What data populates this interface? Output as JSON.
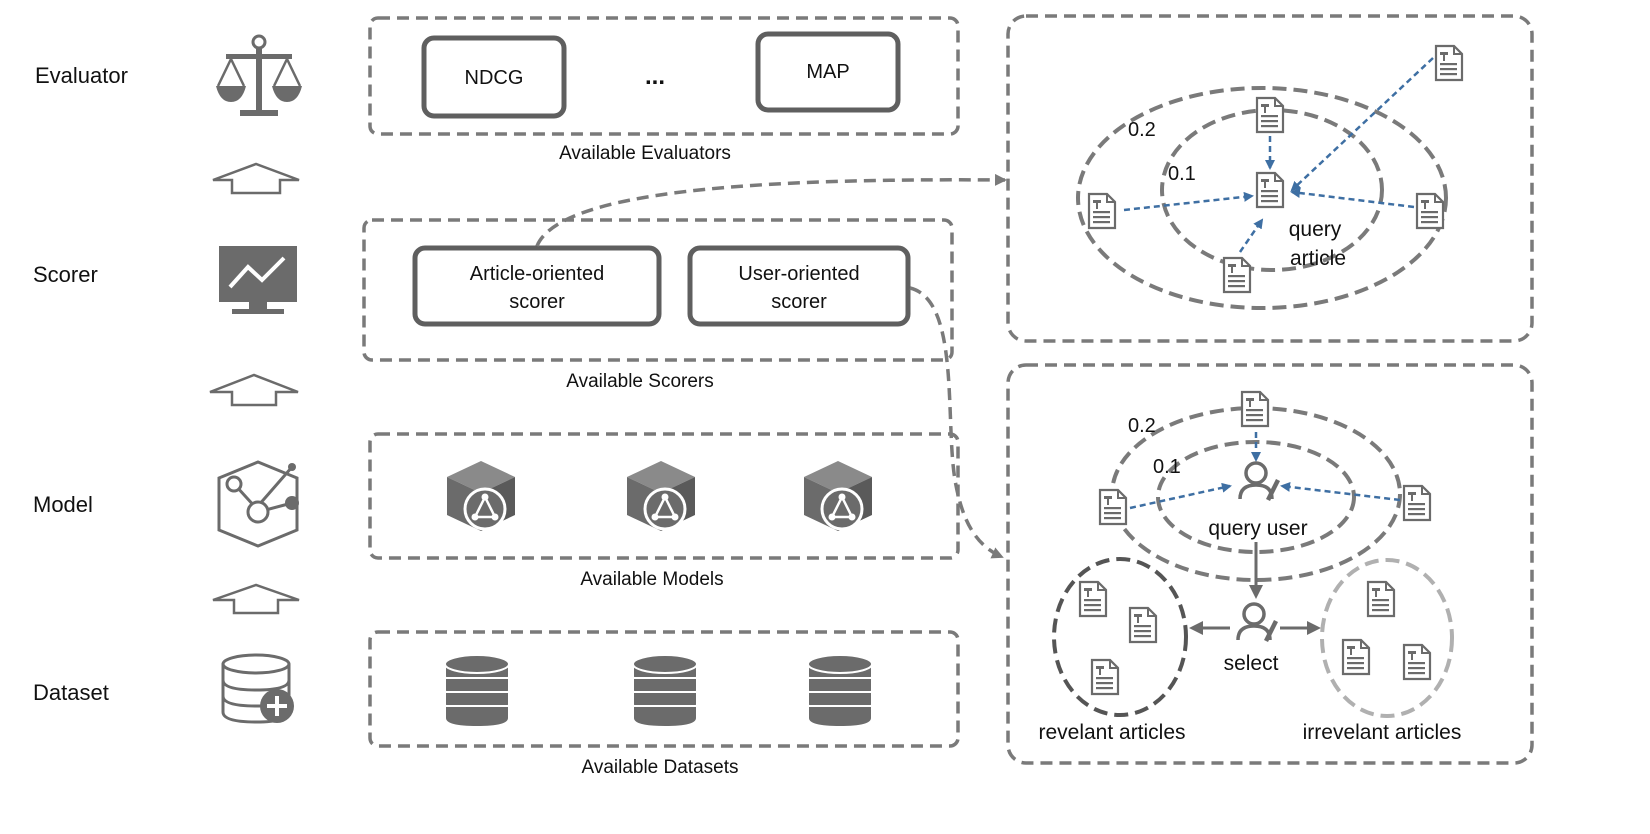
{
  "layers": [
    {
      "label": "Evaluator",
      "icon": "scales-icon"
    },
    {
      "label": "Scorer",
      "icon": "monitor-chart-icon"
    },
    {
      "label": "Model",
      "icon": "graph-model-icon"
    },
    {
      "label": "Dataset",
      "icon": "database-add-icon"
    }
  ],
  "evaluators": {
    "items": [
      "NDCG",
      "...",
      "MAP"
    ],
    "caption": "Available Evaluators"
  },
  "scorers": {
    "article": [
      "Article-oriented",
      "scorer"
    ],
    "user": [
      "User-oriented",
      "scorer"
    ],
    "caption": "Available Scorers"
  },
  "models": {
    "count": 3,
    "icon": "cube-network-icon",
    "caption": "Available Models"
  },
  "datasets": {
    "count": 3,
    "icon": "database-icon",
    "caption": "Available Datasets"
  },
  "article_panel": {
    "outer": "0.2",
    "inner": "0.1",
    "query": [
      "query",
      "article"
    ]
  },
  "user_panel": {
    "outer": "0.2",
    "inner": "0.1",
    "query": "query user",
    "select": "select",
    "relevant": "revelant articles",
    "irrelevant": "irrevelant articles"
  },
  "colors": {
    "box": "#6b6b6b",
    "arrow": "#3e6fa3",
    "relevant": "#555555",
    "irrelevant": "#b0b0b0"
  }
}
